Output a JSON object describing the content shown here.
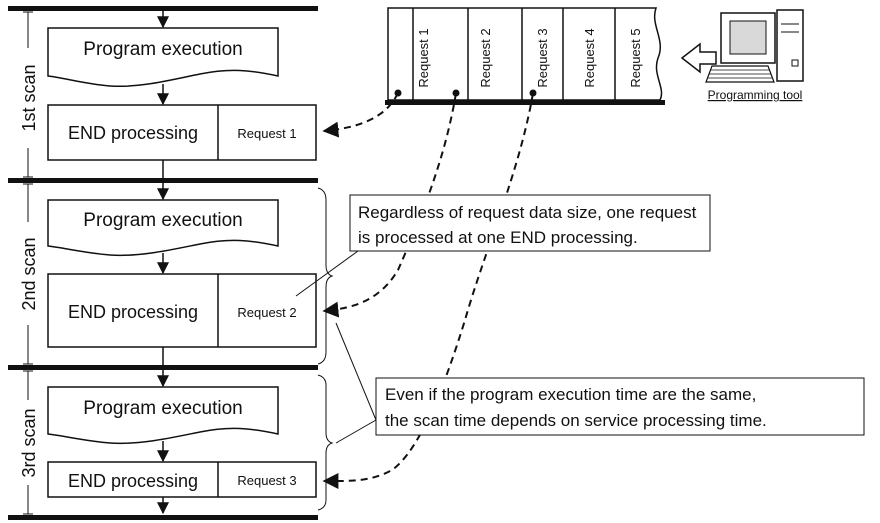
{
  "scans": [
    {
      "label": "1st scan",
      "program_label": "Program execution",
      "end_label": "END processing",
      "request_label": "Request 1"
    },
    {
      "label": "2nd scan",
      "program_label": "Program execution",
      "end_label": "END processing",
      "request_label": "Request 2"
    },
    {
      "label": "3rd scan",
      "program_label": "Program execution",
      "end_label": "END processing",
      "request_label": "Request 3"
    }
  ],
  "queue": {
    "requests": [
      "Request 1",
      "Request 2",
      "Request 3",
      "Request 4",
      "Request 5"
    ]
  },
  "tool": {
    "label": "Programming tool"
  },
  "notes": {
    "note1": [
      "Regardless of request data size, one request",
      "is processed at one END processing."
    ],
    "note2": [
      "Even if the program execution time are the same,",
      "the scan time depends on service processing time."
    ]
  }
}
